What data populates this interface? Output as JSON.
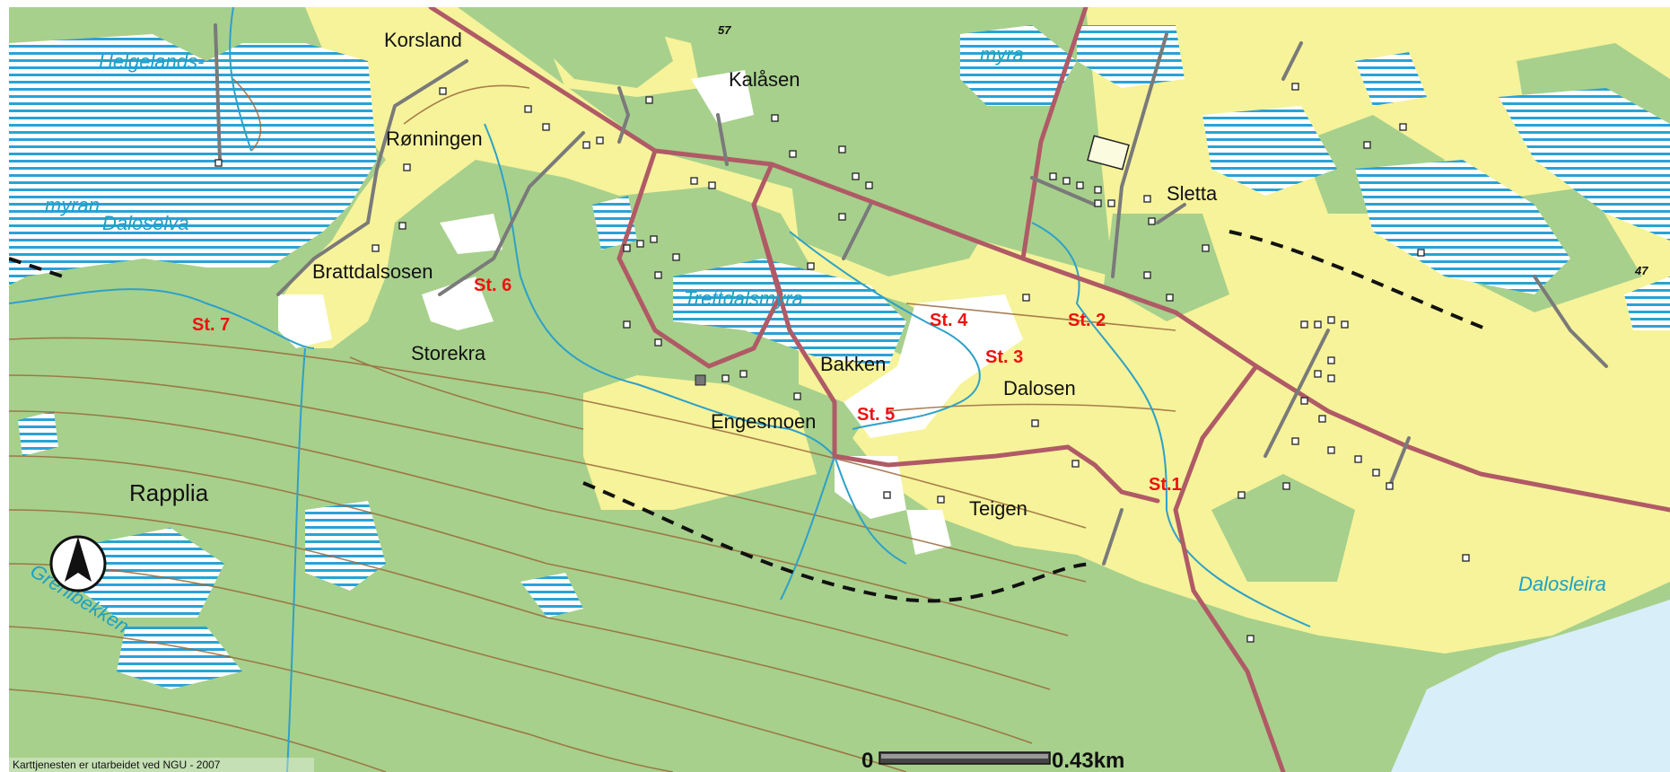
{
  "map": {
    "places": [
      {
        "id": "korsland",
        "label": "Korsland"
      },
      {
        "id": "kalasen",
        "label": "Kalåsen"
      },
      {
        "id": "ronningen",
        "label": "Rønningen"
      },
      {
        "id": "brattdalsosen",
        "label": "Brattdalsosen"
      },
      {
        "id": "storekra",
        "label": "Storekra"
      },
      {
        "id": "bakken",
        "label": "Bakken"
      },
      {
        "id": "engesmoen",
        "label": "Engesmoen"
      },
      {
        "id": "dalosen",
        "label": "Dalosen"
      },
      {
        "id": "sletta",
        "label": "Sletta"
      },
      {
        "id": "teigen",
        "label": "Teigen"
      },
      {
        "id": "rapplia",
        "label": "Rapplia"
      }
    ],
    "water_labels": [
      {
        "id": "helgelands",
        "label": "Helgelands-"
      },
      {
        "id": "myran",
        "label": "myran"
      },
      {
        "id": "daloselva",
        "label": "Daloselva"
      },
      {
        "id": "myra",
        "label": "myra"
      },
      {
        "id": "trettdalsmyra",
        "label": "Trettdalsmyra"
      },
      {
        "id": "grenibekken",
        "label": "Grenibekken"
      },
      {
        "id": "dalosleira",
        "label": "Dalosleira"
      }
    ],
    "stations": [
      {
        "id": "st1",
        "label": "St.1"
      },
      {
        "id": "st2",
        "label": "St. 2"
      },
      {
        "id": "st3",
        "label": "St. 3"
      },
      {
        "id": "st4",
        "label": "St. 4"
      },
      {
        "id": "st5",
        "label": "St. 5"
      },
      {
        "id": "st6",
        "label": "St. 6"
      },
      {
        "id": "st7",
        "label": "St. 7"
      }
    ],
    "road_numbers": [
      "57",
      "47"
    ],
    "credit": "Karttjenesten er utarbeidet ved NGU - 2007",
    "scale": {
      "start": "0",
      "end": "0.43km"
    },
    "colors": {
      "forest": "#a7d08c",
      "farmland": "#f6f39a",
      "open": "#ffffff",
      "bog_stripe": "#2aa2d6",
      "lake": "#d8eef8",
      "road": "#b05a66",
      "stream": "#2fa0c8",
      "contour": "#9a6a3c",
      "station_text": "#ee1111"
    }
  }
}
